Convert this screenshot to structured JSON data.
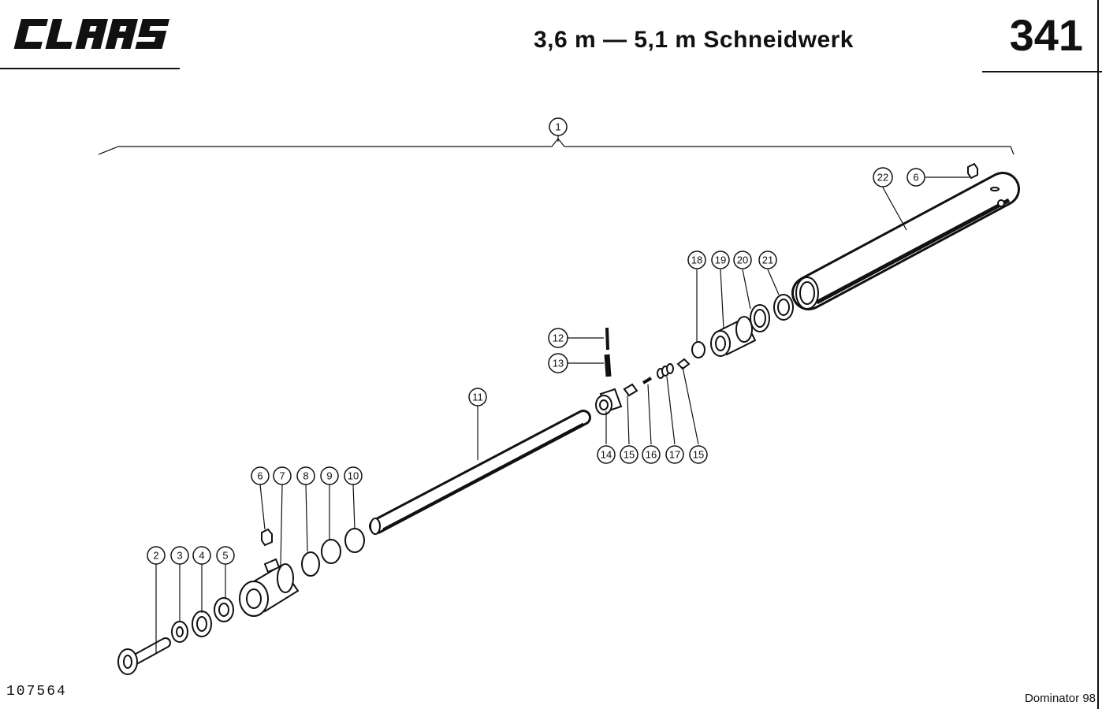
{
  "header": {
    "brand": "CLAAS",
    "title": "3,6 m — 5,1 m Schneidwerk",
    "page_number": "341"
  },
  "footer": {
    "drawing_number": "107564",
    "model": "Dominator 98"
  },
  "callouts": [
    "1",
    "2",
    "3",
    "4",
    "5",
    "6",
    "7",
    "8",
    "9",
    "10",
    "11",
    "12",
    "13",
    "14",
    "15",
    "16",
    "17",
    "15",
    "18",
    "19",
    "20",
    "21",
    "22",
    "6"
  ]
}
